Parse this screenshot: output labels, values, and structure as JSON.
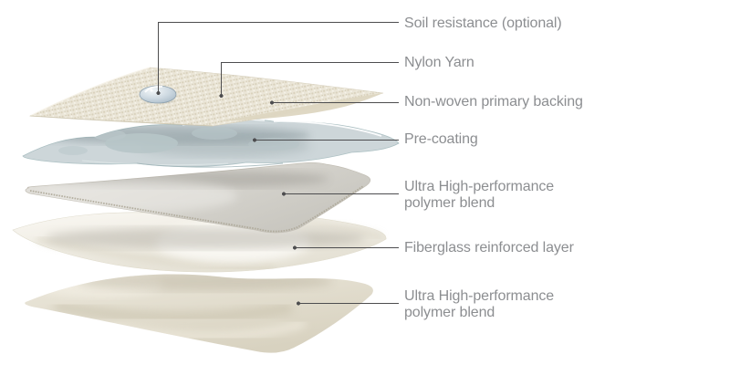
{
  "diagram": {
    "labels": [
      {
        "id": "soil-resistance",
        "text": "Soil resistance (optional)"
      },
      {
        "id": "nylon-yarn",
        "text": "Nylon Yarn"
      },
      {
        "id": "non-woven-primary-backing",
        "text": "Non-woven primary backing"
      },
      {
        "id": "pre-coating",
        "text": "Pre-coating"
      },
      {
        "id": "polymer-blend-upper",
        "text": "Ultra High-performance\npolymer blend"
      },
      {
        "id": "fiberglass-reinforced-layer",
        "text": "Fiberglass reinforced layer"
      },
      {
        "id": "polymer-blend-lower",
        "text": "Ultra High-performance\npolymer blend"
      }
    ],
    "colors": {
      "background": "#ffffff",
      "label_text": "#8c8e91",
      "leader_line": "#4d4d4f",
      "carpet_base": "#eae5d7",
      "droplet": "#b6c5d1",
      "pre_coating": "#cbd5d8",
      "polymer_slab": "#d7d5cf",
      "fiberglass": "#f4f2ea",
      "bottom_slab": "#e7e2d4"
    }
  }
}
